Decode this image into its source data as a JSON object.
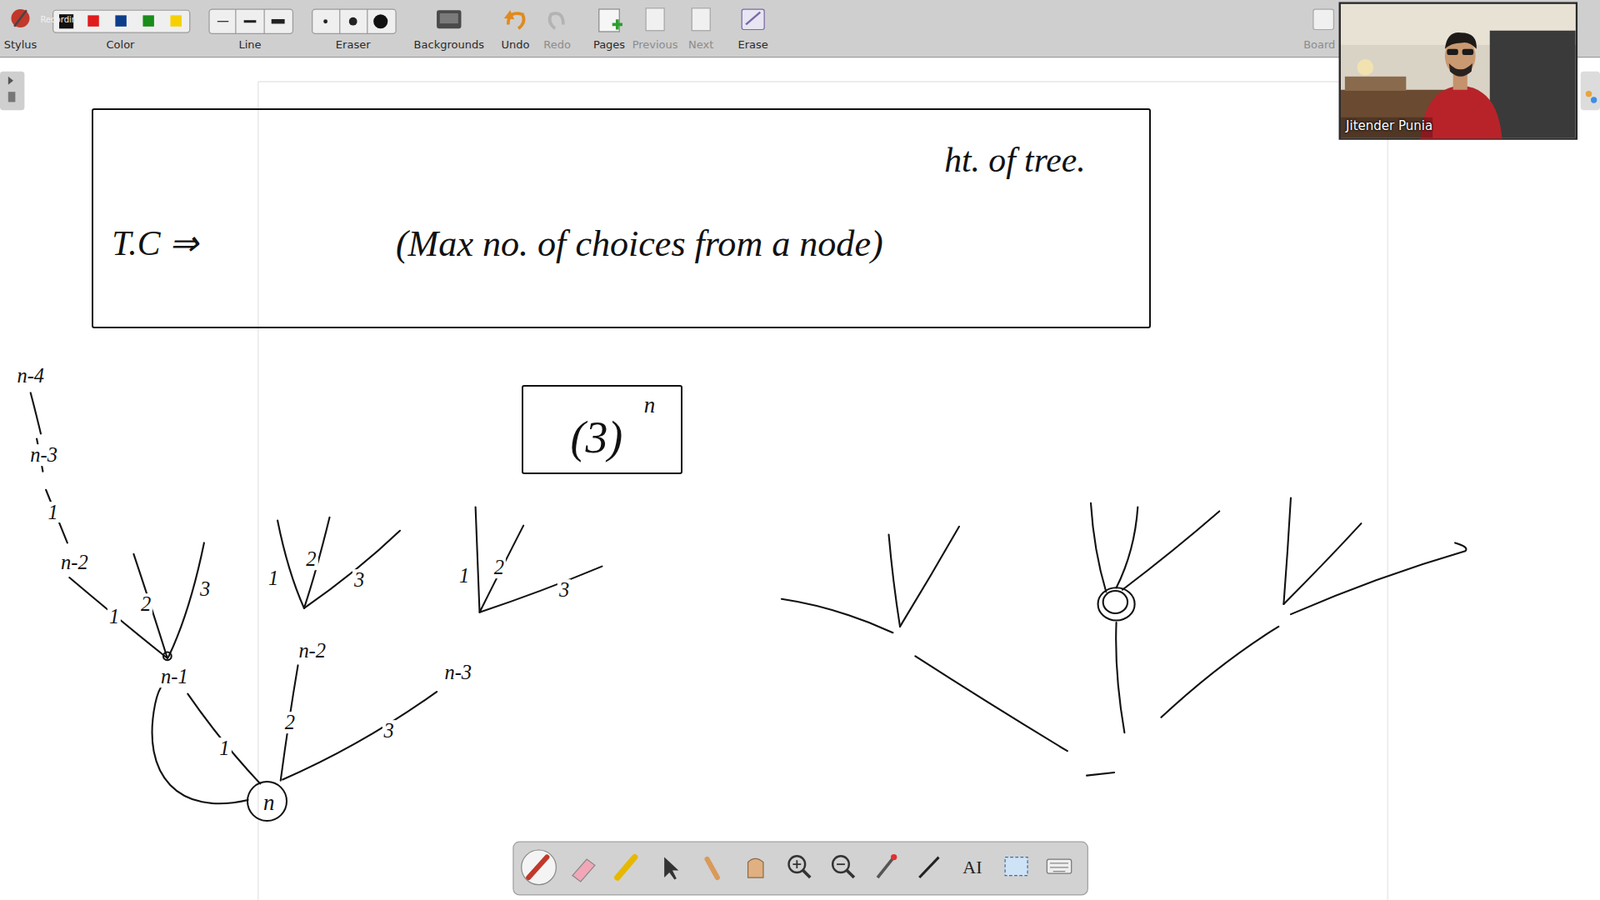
{
  "diagram": {
    "nodes": [
      {
        "text": [
          "T.C ⇒",
          "(Max no. of choices from a node)",
          "ht. of tree."
        ]
      },
      {
        "text": [
          "(3)",
          "n"
        ]
      },
      {
        "text": [
          "n"
        ]
      }
    ],
    "labels": [
      "Recording",
      "Stylus",
      "Color",
      "Line",
      "Eraser",
      "Backgrounds",
      "Undo",
      "Redo",
      "Pages",
      "Previous",
      "Next",
      "Erase",
      "Board",
      "Jitender Punia",
      "n-4",
      "n-3",
      "1",
      "n-2",
      "1",
      "2",
      "3",
      "1",
      "2",
      "3",
      "1",
      "2",
      "3",
      "n-1",
      "1",
      "2",
      "3",
      "n-2",
      "n-3",
      "AI"
    ]
  }
}
